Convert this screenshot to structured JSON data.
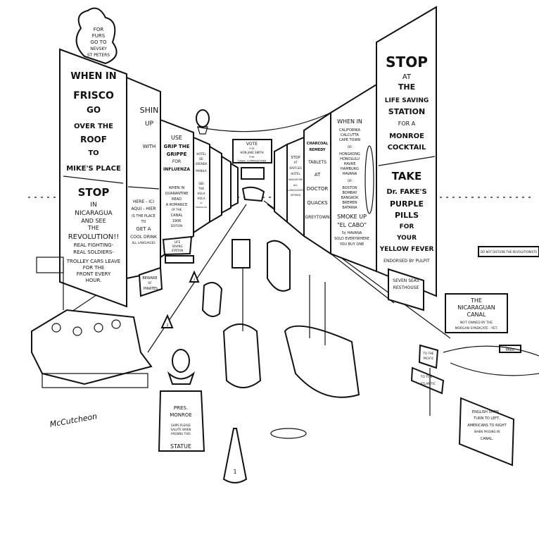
{
  "artist_signature": "McCutcheon",
  "signs": {
    "furs": [
      "FOR",
      "FURS",
      "GO TO",
      "NEVSKY",
      "ST PETERS"
    ],
    "frisco": [
      "WHEN IN",
      "FRISCO",
      "GO",
      "OVER THE",
      "ROOF",
      "TO",
      "MIKE'S PLACE"
    ],
    "nicaragua": [
      "STOP",
      "IN",
      "NICARAGUA",
      "AND SEE",
      "THE",
      "REVOLUTION!!",
      "REAL FIGHTING-",
      "REAL SOLDIERS-",
      "TROLLEY CARS LEAVE",
      "FOR THE",
      "FRONT EVERY",
      "HOUR."
    ],
    "shin_up": [
      "SHIN",
      "UP",
      "WITH"
    ],
    "here_ici": [
      "HERE - ICI",
      "AQUI - HIER",
      "IS THE PLACE",
      "TO",
      "GET A",
      "COOL DRINK",
      "ALL LANGUAGES"
    ],
    "grip": [
      "USE",
      "GRIP THE",
      "GRIPPE",
      "FOR",
      "INFLUENZA"
    ],
    "quarantine": [
      "WHEN IN",
      "QUARANTINE",
      "READ",
      "A ROMANCE",
      "OF THE",
      "CANAL",
      "1906",
      "EDITION"
    ],
    "hotel": [
      "HOTEL",
      "DE",
      "URENDA",
      "MANILA"
    ],
    "hula": [
      "SEE",
      "THE",
      "HULA",
      "HULA",
      "IN",
      "HONOLULU"
    ],
    "life_saving_small": [
      "LIFE",
      "SAVING",
      "STATION"
    ],
    "vote": [
      "VOTE",
      "FOR",
      "HON JAKE SMITH",
      "FOR",
      "CANAL COMMISSIONER"
    ],
    "raffles": [
      "STOP",
      "AT",
      "RAFFLES",
      "HOTEL",
      "SINGAPORE",
      "ALL",
      "LANGUAGES",
      "SPOKEN"
    ],
    "quacks": [
      "CHARCOAL",
      "REMEDY",
      "TABLETS",
      "AT",
      "DOCTOR",
      "QUACKS",
      "GREYTOWN"
    ],
    "cigar": [
      "WHEN IN",
      "CALIFORNIA",
      "CALCUTTA",
      "CAPE TOWN",
      "OR",
      "HONGKONG",
      "HONOLULU",
      "HAVRE",
      "HAMBURG",
      "HAVANA",
      "OR",
      "BOSTON",
      "BOMBAY",
      "BANGKOK",
      "BREMEN",
      "BATANIA",
      "SMOKE UP",
      "\"EL CABO\"",
      "5¢ HAVANA",
      "SOLD EVERYWHERE",
      "YOU BUY ONE"
    ],
    "monroe_cocktail": [
      "STOP",
      "AT",
      "THE",
      "LIFE SAVING",
      "STATION",
      "FOR A",
      "MONROE",
      "COCKTAIL"
    ],
    "fake_pills": [
      "TAKE",
      "Dr. FAKE'S",
      "PURPLE",
      "PILLS",
      "FOR",
      "YOUR",
      "YELLOW FEVER",
      "ENDORSED BY PULPIT"
    ],
    "seven_seas": [
      "SEVEN SEAS",
      "RESTHOUSE"
    ],
    "revolutionists": "DO NOT DISTURB THE REVOLUTIONISTS",
    "beware": [
      "BEWARE",
      "OF",
      "PIRATES"
    ],
    "canal_sign": [
      "THE",
      "NICARAGUAN",
      "CANAL",
      "NOT OWNED BY THE",
      "MORGAN SYNDICATE - YET."
    ],
    "park": "PARK",
    "pacific": [
      "TO THE",
      "PACIFIC"
    ],
    "atlantic": [
      "TO THE",
      "ATLANTIC"
    ],
    "english_ships": [
      "ENGLISH SHIPS",
      "TURN TO LEFT,",
      "AMERICANS TO RIGHT",
      "WHEN PASSING IN",
      "CANAL."
    ],
    "statue": [
      "PRES.",
      "MONROE",
      "SHIPS PLEASE",
      "SALUTE WHEN",
      "PASSING THIS",
      "STATUE"
    ],
    "buoys": [
      "1",
      "2",
      "3"
    ]
  }
}
